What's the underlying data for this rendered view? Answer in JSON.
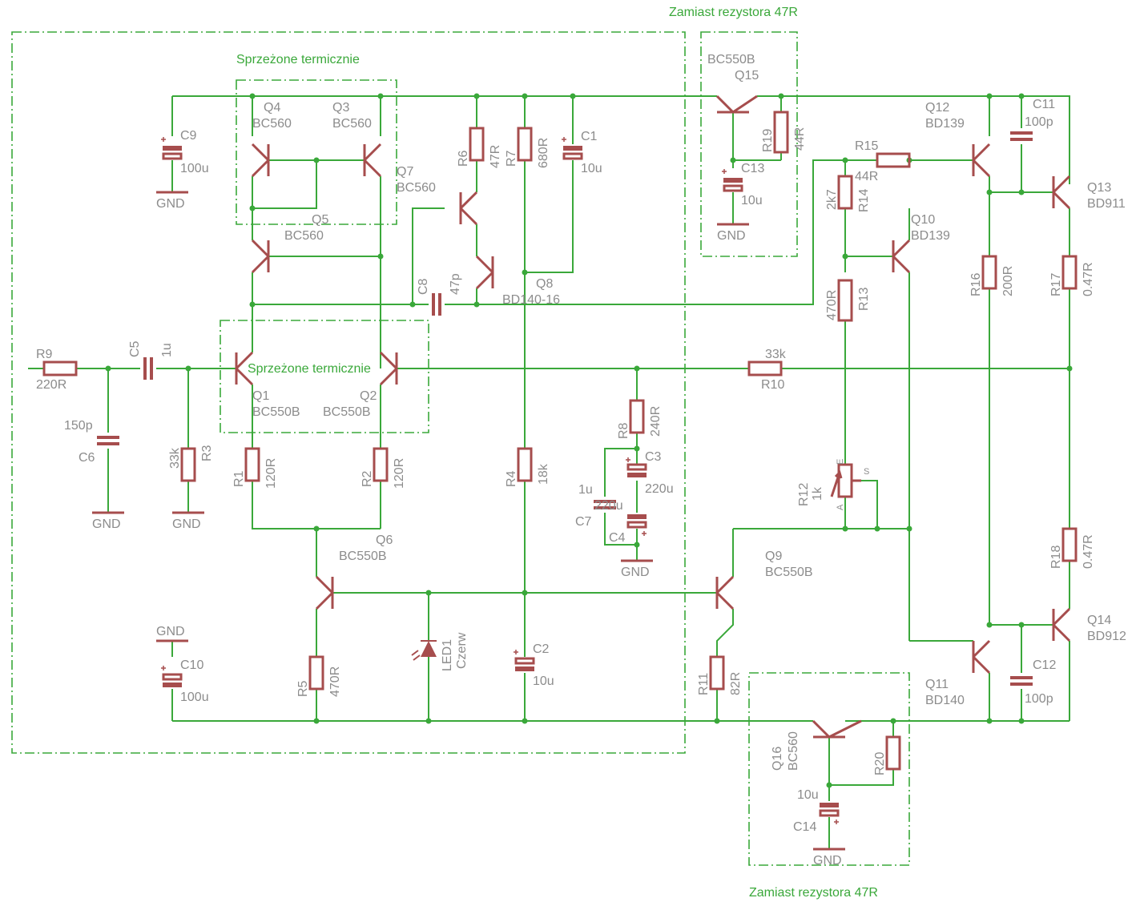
{
  "notes": {
    "thermal_top": "Sprzeżone termicznie",
    "thermal_mid": "Sprzeżone termicznie",
    "replace_top": "Zamiast rezystora 47R",
    "replace_bottom": "Zamiast rezystora 47R"
  },
  "components": {
    "Q1": {
      "name": "Q1",
      "value": "BC550B"
    },
    "Q2": {
      "name": "Q2",
      "value": "BC550B"
    },
    "Q3": {
      "name": "Q3",
      "value": "BC560"
    },
    "Q4": {
      "name": "Q4",
      "value": "BC560"
    },
    "Q5": {
      "name": "Q5",
      "value": "BC560"
    },
    "Q6": {
      "name": "Q6",
      "value": "BC550B"
    },
    "Q7": {
      "name": "Q7",
      "value": "BC560"
    },
    "Q8": {
      "name": "Q8",
      "value": "BD140-16"
    },
    "Q9": {
      "name": "Q9",
      "value": "BC550B"
    },
    "Q10": {
      "name": "Q10",
      "value": "BD139"
    },
    "Q11": {
      "name": "Q11",
      "value": "BD140"
    },
    "Q12": {
      "name": "Q12",
      "value": "BD139"
    },
    "Q13": {
      "name": "Q13",
      "value": "BD911"
    },
    "Q14": {
      "name": "Q14",
      "value": "BD912"
    },
    "Q15": {
      "name": "Q15",
      "value": "BC550B"
    },
    "Q16": {
      "name": "Q16",
      "value": "BC560"
    },
    "R1": {
      "name": "R1",
      "value": "120R"
    },
    "R2": {
      "name": "R2",
      "value": "120R"
    },
    "R3": {
      "name": "R3",
      "value": "33k"
    },
    "R4": {
      "name": "R4",
      "value": "18k"
    },
    "R5": {
      "name": "R5",
      "value": "470R"
    },
    "R6": {
      "name": "R6",
      "value": "47R"
    },
    "R7": {
      "name": "R7",
      "value": "680R"
    },
    "R8": {
      "name": "R8",
      "value": "240R"
    },
    "R9": {
      "name": "R9",
      "value": "220R"
    },
    "R10": {
      "name": "R10",
      "value": "33k"
    },
    "R11": {
      "name": "R11",
      "value": "82R"
    },
    "R12": {
      "name": "R12",
      "value": "1k"
    },
    "R13": {
      "name": "R13",
      "value": "470R"
    },
    "R14": {
      "name": "R14",
      "value": "2k7"
    },
    "R15": {
      "name": "R15",
      "value": "44R"
    },
    "R16": {
      "name": "R16",
      "value": "200R"
    },
    "R17": {
      "name": "R17",
      "value": "0.47R"
    },
    "R18": {
      "name": "R18",
      "value": "0.47R"
    },
    "R19": {
      "name": "R19",
      "value": "44R"
    },
    "R20": {
      "name": "R20",
      "value": ""
    },
    "C1": {
      "name": "C1",
      "value": "10u"
    },
    "C2": {
      "name": "C2",
      "value": "10u"
    },
    "C3": {
      "name": "C3",
      "value": "220u"
    },
    "C4": {
      "name": "C4",
      "value": "220u"
    },
    "C5": {
      "name": "C5",
      "value": "1u"
    },
    "C6": {
      "name": "C6",
      "value": "150p"
    },
    "C7": {
      "name": "C7",
      "value": "1u"
    },
    "C8": {
      "name": "C8",
      "value": "47p"
    },
    "C9": {
      "name": "C9",
      "value": "100u"
    },
    "C10": {
      "name": "C10",
      "value": "100u"
    },
    "C11": {
      "name": "C11",
      "value": "100p"
    },
    "C12": {
      "name": "C12",
      "value": "100p"
    },
    "C13": {
      "name": "C13",
      "value": "10u"
    },
    "C14": {
      "name": "C14",
      "value": "10u"
    },
    "LED1": {
      "name": "LED1",
      "value": "Czerw"
    }
  },
  "gnd": {
    "label": "GND"
  },
  "pot_pins": {
    "e": "E",
    "s": "S",
    "a": "A"
  },
  "colors": {
    "wire": "#3aa83a",
    "part": "#a64d4d",
    "label": "#8c8c8c",
    "note": "#3aa83a"
  }
}
